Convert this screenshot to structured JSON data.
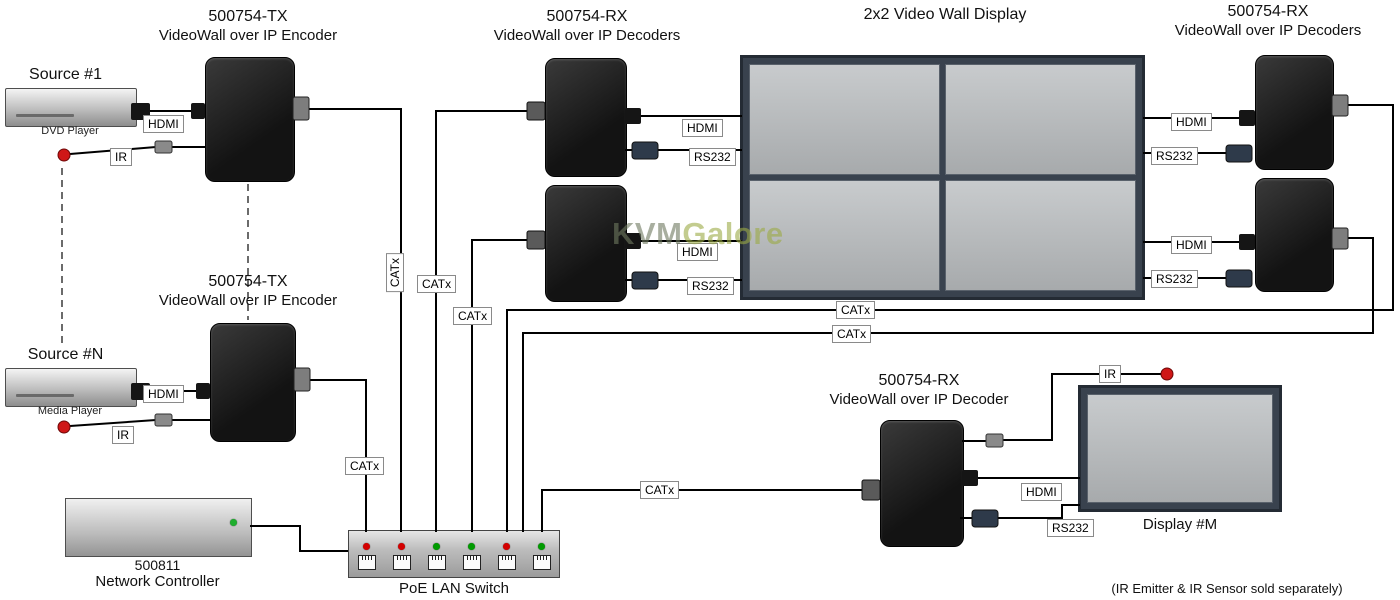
{
  "watermark": {
    "kvm": "KVM",
    "galore": "Galore"
  },
  "wall": {
    "title": "2x2 Video Wall Display"
  },
  "footnote": "(IR Emitter & IR Sensor sold separately)",
  "labels": {
    "hdmi": "HDMI",
    "rs232": "RS232",
    "catx": "CATx",
    "ir": "IR"
  },
  "source1": {
    "title": "Source #1",
    "device": "DVD Player"
  },
  "sourceN": {
    "title": "Source #N",
    "device": "Media Player"
  },
  "encoder": {
    "model": "500754-TX",
    "desc": "VideoWall over IP Encoder"
  },
  "decoders_top": {
    "model": "500754-RX",
    "desc": "VideoWall over IP Decoders"
  },
  "decoders_right": {
    "model": "500754-RX",
    "desc": "VideoWall over IP Decoders"
  },
  "decoder_bottom": {
    "model": "500754-RX",
    "desc": "VideoWall over IP Decoder"
  },
  "controller": {
    "model": "500811",
    "desc": "Network Controller",
    "led_color": "#1fae2e"
  },
  "switch": {
    "label": "PoE LAN Switch",
    "led_colors": [
      "#d40000",
      "#d40000",
      "#009b00",
      "#009b00",
      "#d40000",
      "#009b00"
    ]
  },
  "display_m": {
    "label": "Display #M"
  }
}
